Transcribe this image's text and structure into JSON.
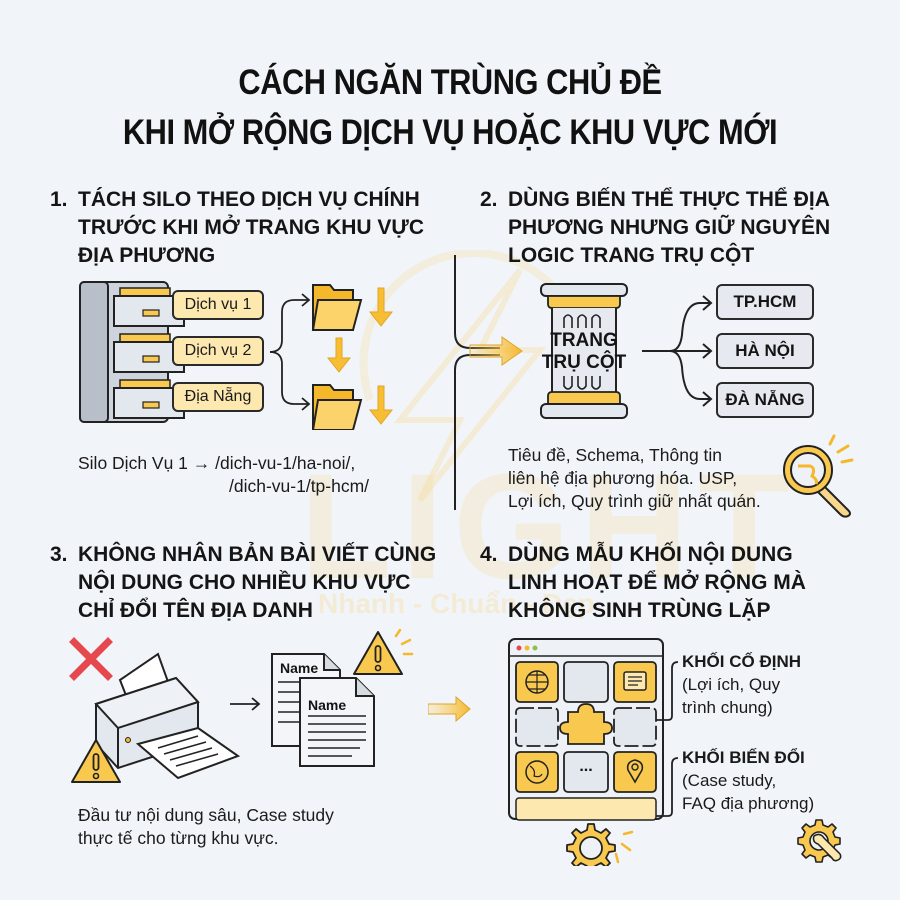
{
  "title": {
    "line1": "CÁCH NGĂN TRÙNG CHỦ ĐỀ",
    "line2": "KHI MỞ RỘNG DỊCH VỤ HOẶC KHU VỰC MỚI"
  },
  "watermark": {
    "brand": "LIGHT",
    "tagline": "Nhanh - Chuẩn - Đẹp"
  },
  "sections": [
    {
      "number": "1.",
      "heading": [
        "TÁCH SILO THEO DỊCH VỤ CHÍNH",
        "TRƯỚC KHI MỞ TRANG KHU VỰC",
        "ĐỊA PHƯƠNG"
      ],
      "drawer_labels": [
        "Dịch vụ 1",
        "Dịch vụ 2",
        "Địa Nẵng"
      ],
      "caption_line1": "Silo Dịch Vụ 1 → /dich-vu-1/ha-noi/,",
      "caption_line2": "/dich-vu-1/tp-hcm/"
    },
    {
      "number": "2.",
      "heading": [
        "DÙNG BIẾN THỂ THỰC THỂ ĐỊA",
        "PHƯƠNG NHƯNG GIỮ NGUYÊN",
        "LOGIC TRANG TRỤ CỘT"
      ],
      "pillar_label": [
        "TRANG",
        "TRỤ CỘT"
      ],
      "cities": [
        "TP.HCM",
        "HÀ NỘI",
        "ĐÀ NẴNG"
      ],
      "caption": [
        "Tiêu đề, Schema, Thông tin",
        "liên hệ địa phương hóa. USP,",
        "Lợi ích, Quy trình giữ nhất quán."
      ]
    },
    {
      "number": "3.",
      "heading": [
        "KHÔNG NHÂN BẢN BÀI VIẾT CÙNG",
        "NỘI DUNG CHO NHIỀU KHU VỰC",
        "CHỈ ĐỔI TÊN ĐỊA DANH"
      ],
      "doc_label_1": "Name",
      "doc_label_2": "Name",
      "caption": [
        "Đầu tư nội dung sâu, Case study",
        "thực tế cho từng khu vực."
      ]
    },
    {
      "number": "4.",
      "heading": [
        "DÙNG MẪU KHỐI NỘI DUNG",
        "LINH HOẠT ĐỂ MỞ RỘNG MÀ",
        "KHÔNG SINH TRÙNG LẶP"
      ],
      "fixed_block": {
        "title": "KHỐI CỐ ĐỊNH",
        "desc": [
          "(Lợi ích, Quy",
          "trình chung)"
        ]
      },
      "variable_block": {
        "title": "KHỐI BIẾN ĐỔI",
        "desc": [
          "(Case study,",
          "FAQ địa phương)"
        ]
      },
      "ellipsis": "..."
    }
  ],
  "colors": {
    "background": "#f1f4f9",
    "accent_yellow": "#f9c84e",
    "light_yellow": "#fde8b0",
    "outline": "#2a2a2a",
    "gray_fill": "#e3e7ee",
    "alert_red": "#e5484d"
  }
}
